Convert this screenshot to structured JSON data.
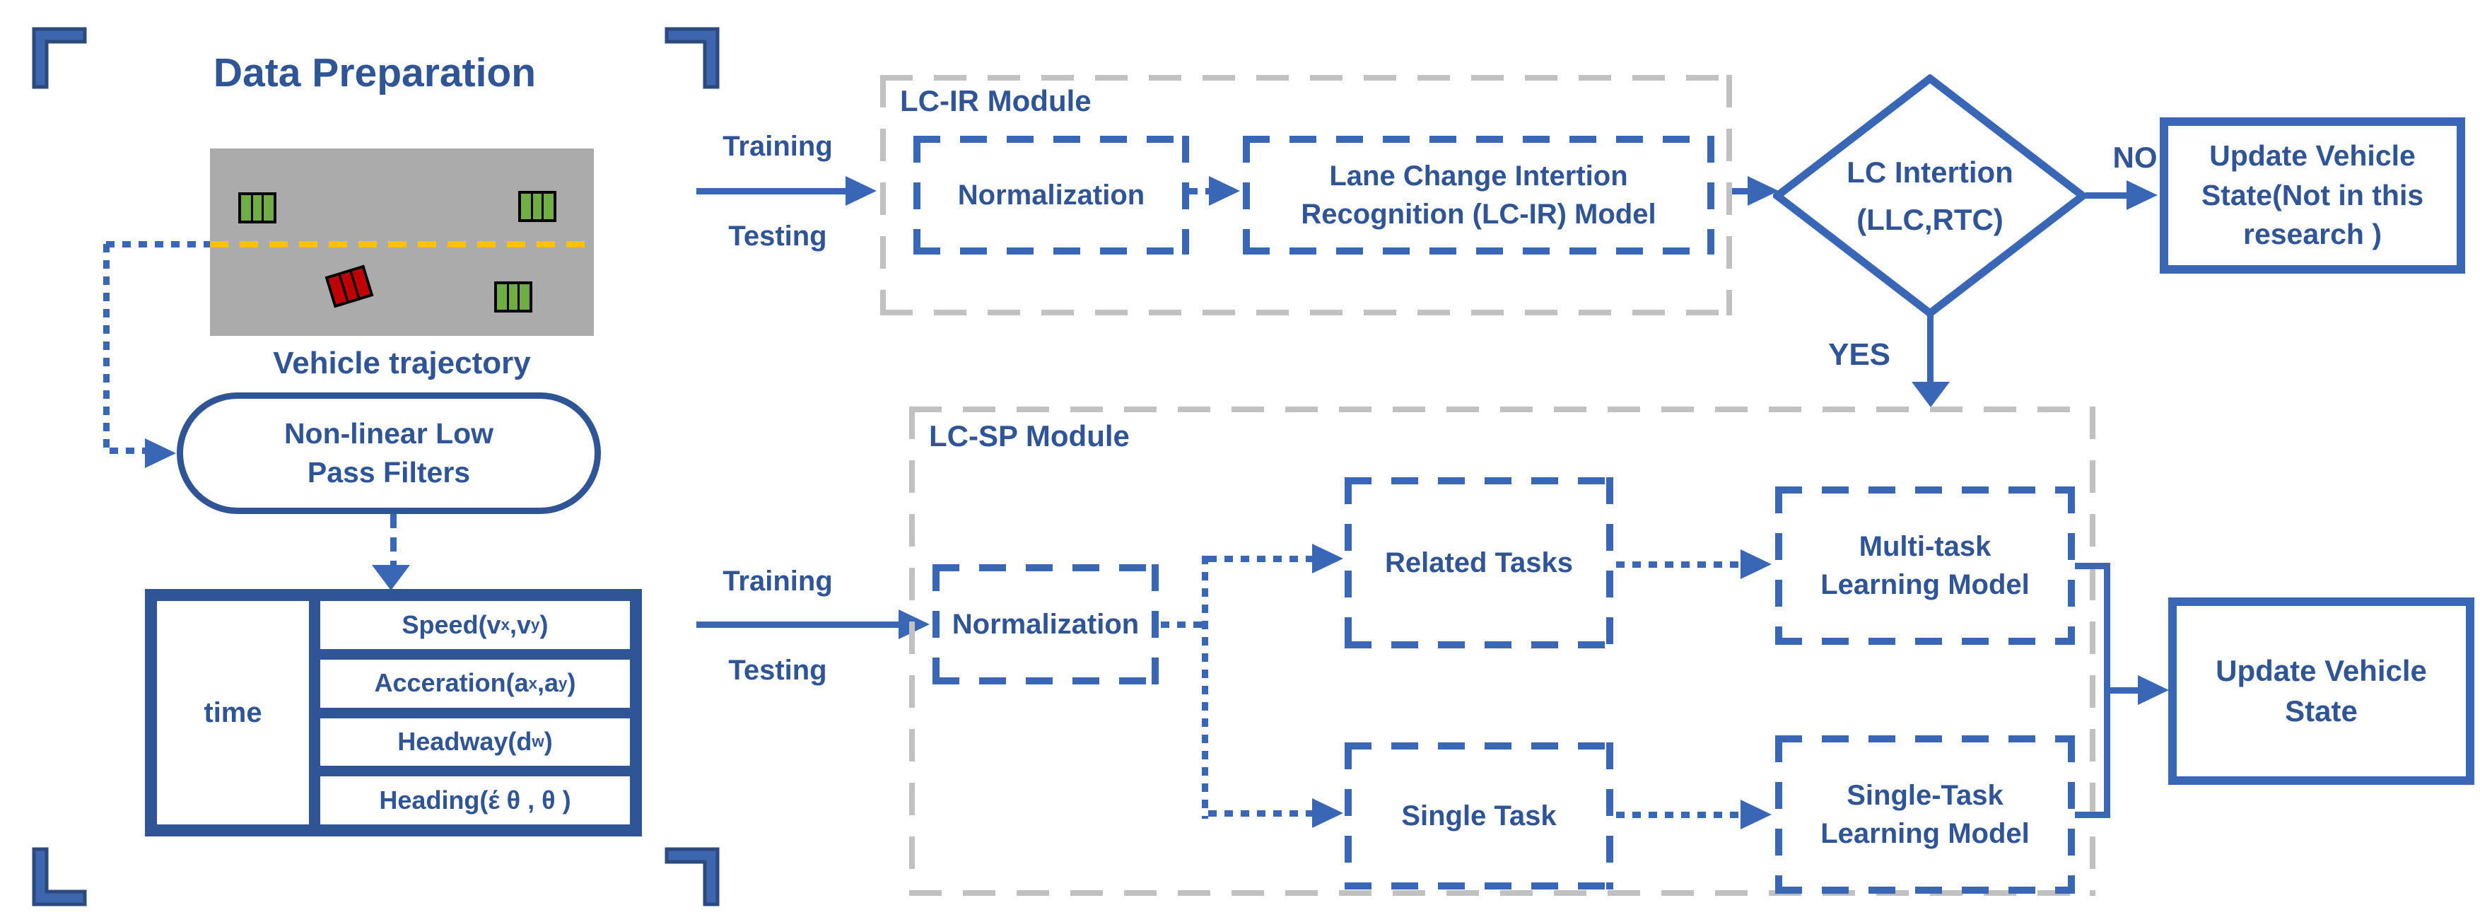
{
  "colors": {
    "blue": "#3A67B5",
    "ink": "#2F5597",
    "gray": "#C1C1C1",
    "road": "#ABABAB",
    "lane": "#FFC000",
    "green": "#6FAE44",
    "red": "#C00000",
    "bracket-fill": "#3E66AE",
    "bracket-stroke": "#2B4A7E"
  },
  "data_preparation": {
    "title": "Data Preparation",
    "road_caption": "Vehicle trajectory",
    "filter_label": "Non-linear Low\nPass Filters",
    "table": {
      "row_header": "time",
      "rows": [
        "Speed(v_{x},v_{y})",
        "Acceration(a_{x},a_{y})",
        "Headway(d_{w})",
        "Heading(έ θ , θ )"
      ]
    }
  },
  "flow_labels": {
    "training_top": "Training",
    "testing_top": "Testing",
    "training_bottom": "Training",
    "testing_bottom": "Testing",
    "no": "NO",
    "yes": "YES"
  },
  "lcir_module": {
    "title": "LC-IR Module",
    "normalization": "Normalization",
    "model": "Lane Change Intertion\nRecognition (LC-IR) Model"
  },
  "decision": {
    "label": "LC Intertion\n(LLC,RTC)"
  },
  "no_box": {
    "label": "Update Vehicle\nState(Not in this\nresearch )"
  },
  "lcsp_module": {
    "title": "LC-SP Module",
    "normalization": "Normalization",
    "related_tasks": "Related Tasks",
    "single_task": "Single Task",
    "multi_task_model": "Multi-task\nLearning Model",
    "single_task_model": "Single-Task\nLearning Model"
  },
  "update_box": {
    "label": "Update Vehicle\nState"
  }
}
